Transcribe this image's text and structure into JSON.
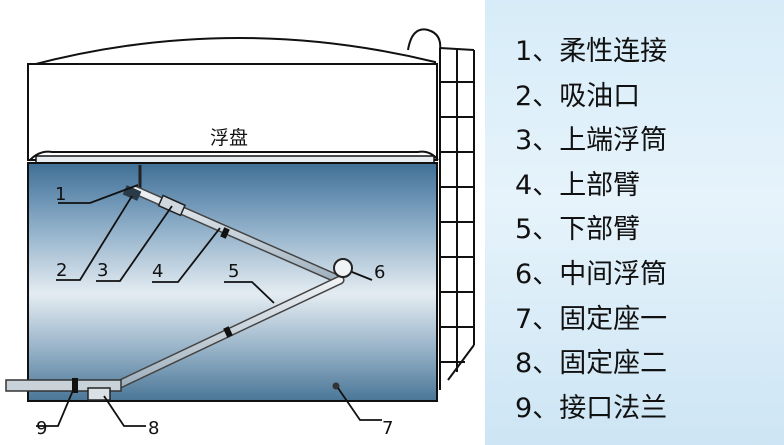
{
  "roof_label": "浮盘",
  "callout_numbers": [
    "1",
    "2",
    "3",
    "4",
    "5",
    "6",
    "7",
    "8",
    "9"
  ],
  "legend": [
    {
      "number": "1",
      "sep": "、",
      "text": "柔性连接"
    },
    {
      "number": "2",
      "sep": "、",
      "text": "吸油口"
    },
    {
      "number": "3",
      "sep": "、",
      "text": "上端浮筒"
    },
    {
      "number": "4",
      "sep": "、",
      "text": "上部臂"
    },
    {
      "number": "5",
      "sep": "、",
      "text": "下部臂"
    },
    {
      "number": "6",
      "sep": "、",
      "text": "中间浮筒"
    },
    {
      "number": "7",
      "sep": "、",
      "text": "固定座一"
    },
    {
      "number": "8",
      "sep": "、",
      "text": "固定座二"
    },
    {
      "number": "9",
      "sep": "、",
      "text": "接口法兰"
    }
  ],
  "colors": {
    "liquid_top": "#3f6f96",
    "liquid_mid": "#dde7ee",
    "liquid_bottom": "#4a7697",
    "pipe": "#c9d2d9",
    "legend_bg": "#d7ecf8"
  }
}
